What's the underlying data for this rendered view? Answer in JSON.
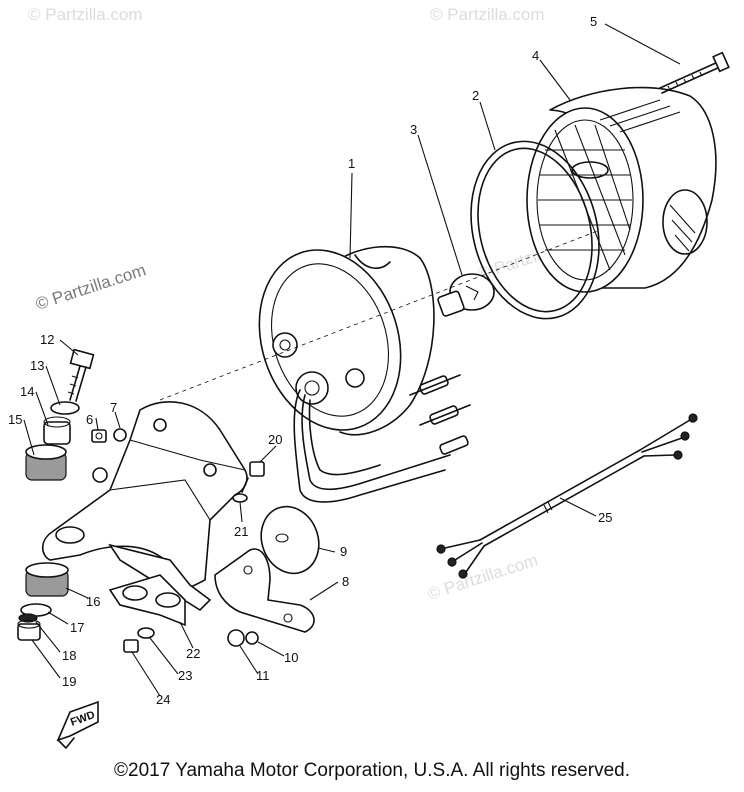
{
  "watermarks": [
    "© Partzilla.com",
    "© Partzilla.com",
    "© Partzilla.com",
    "© Partzilla.com",
    "© Partzilla.com"
  ],
  "fwd_label": "FWD",
  "copyright": "©2017 Yamaha Motor Corporation, U.S.A. All rights reserved.",
  "callouts": [
    "1",
    "2",
    "3",
    "4",
    "5",
    "6",
    "7",
    "8",
    "9",
    "10",
    "11",
    "12",
    "13",
    "14",
    "15",
    "16",
    "17",
    "18",
    "19",
    "20",
    "21",
    "22",
    "23",
    "24",
    "25"
  ]
}
